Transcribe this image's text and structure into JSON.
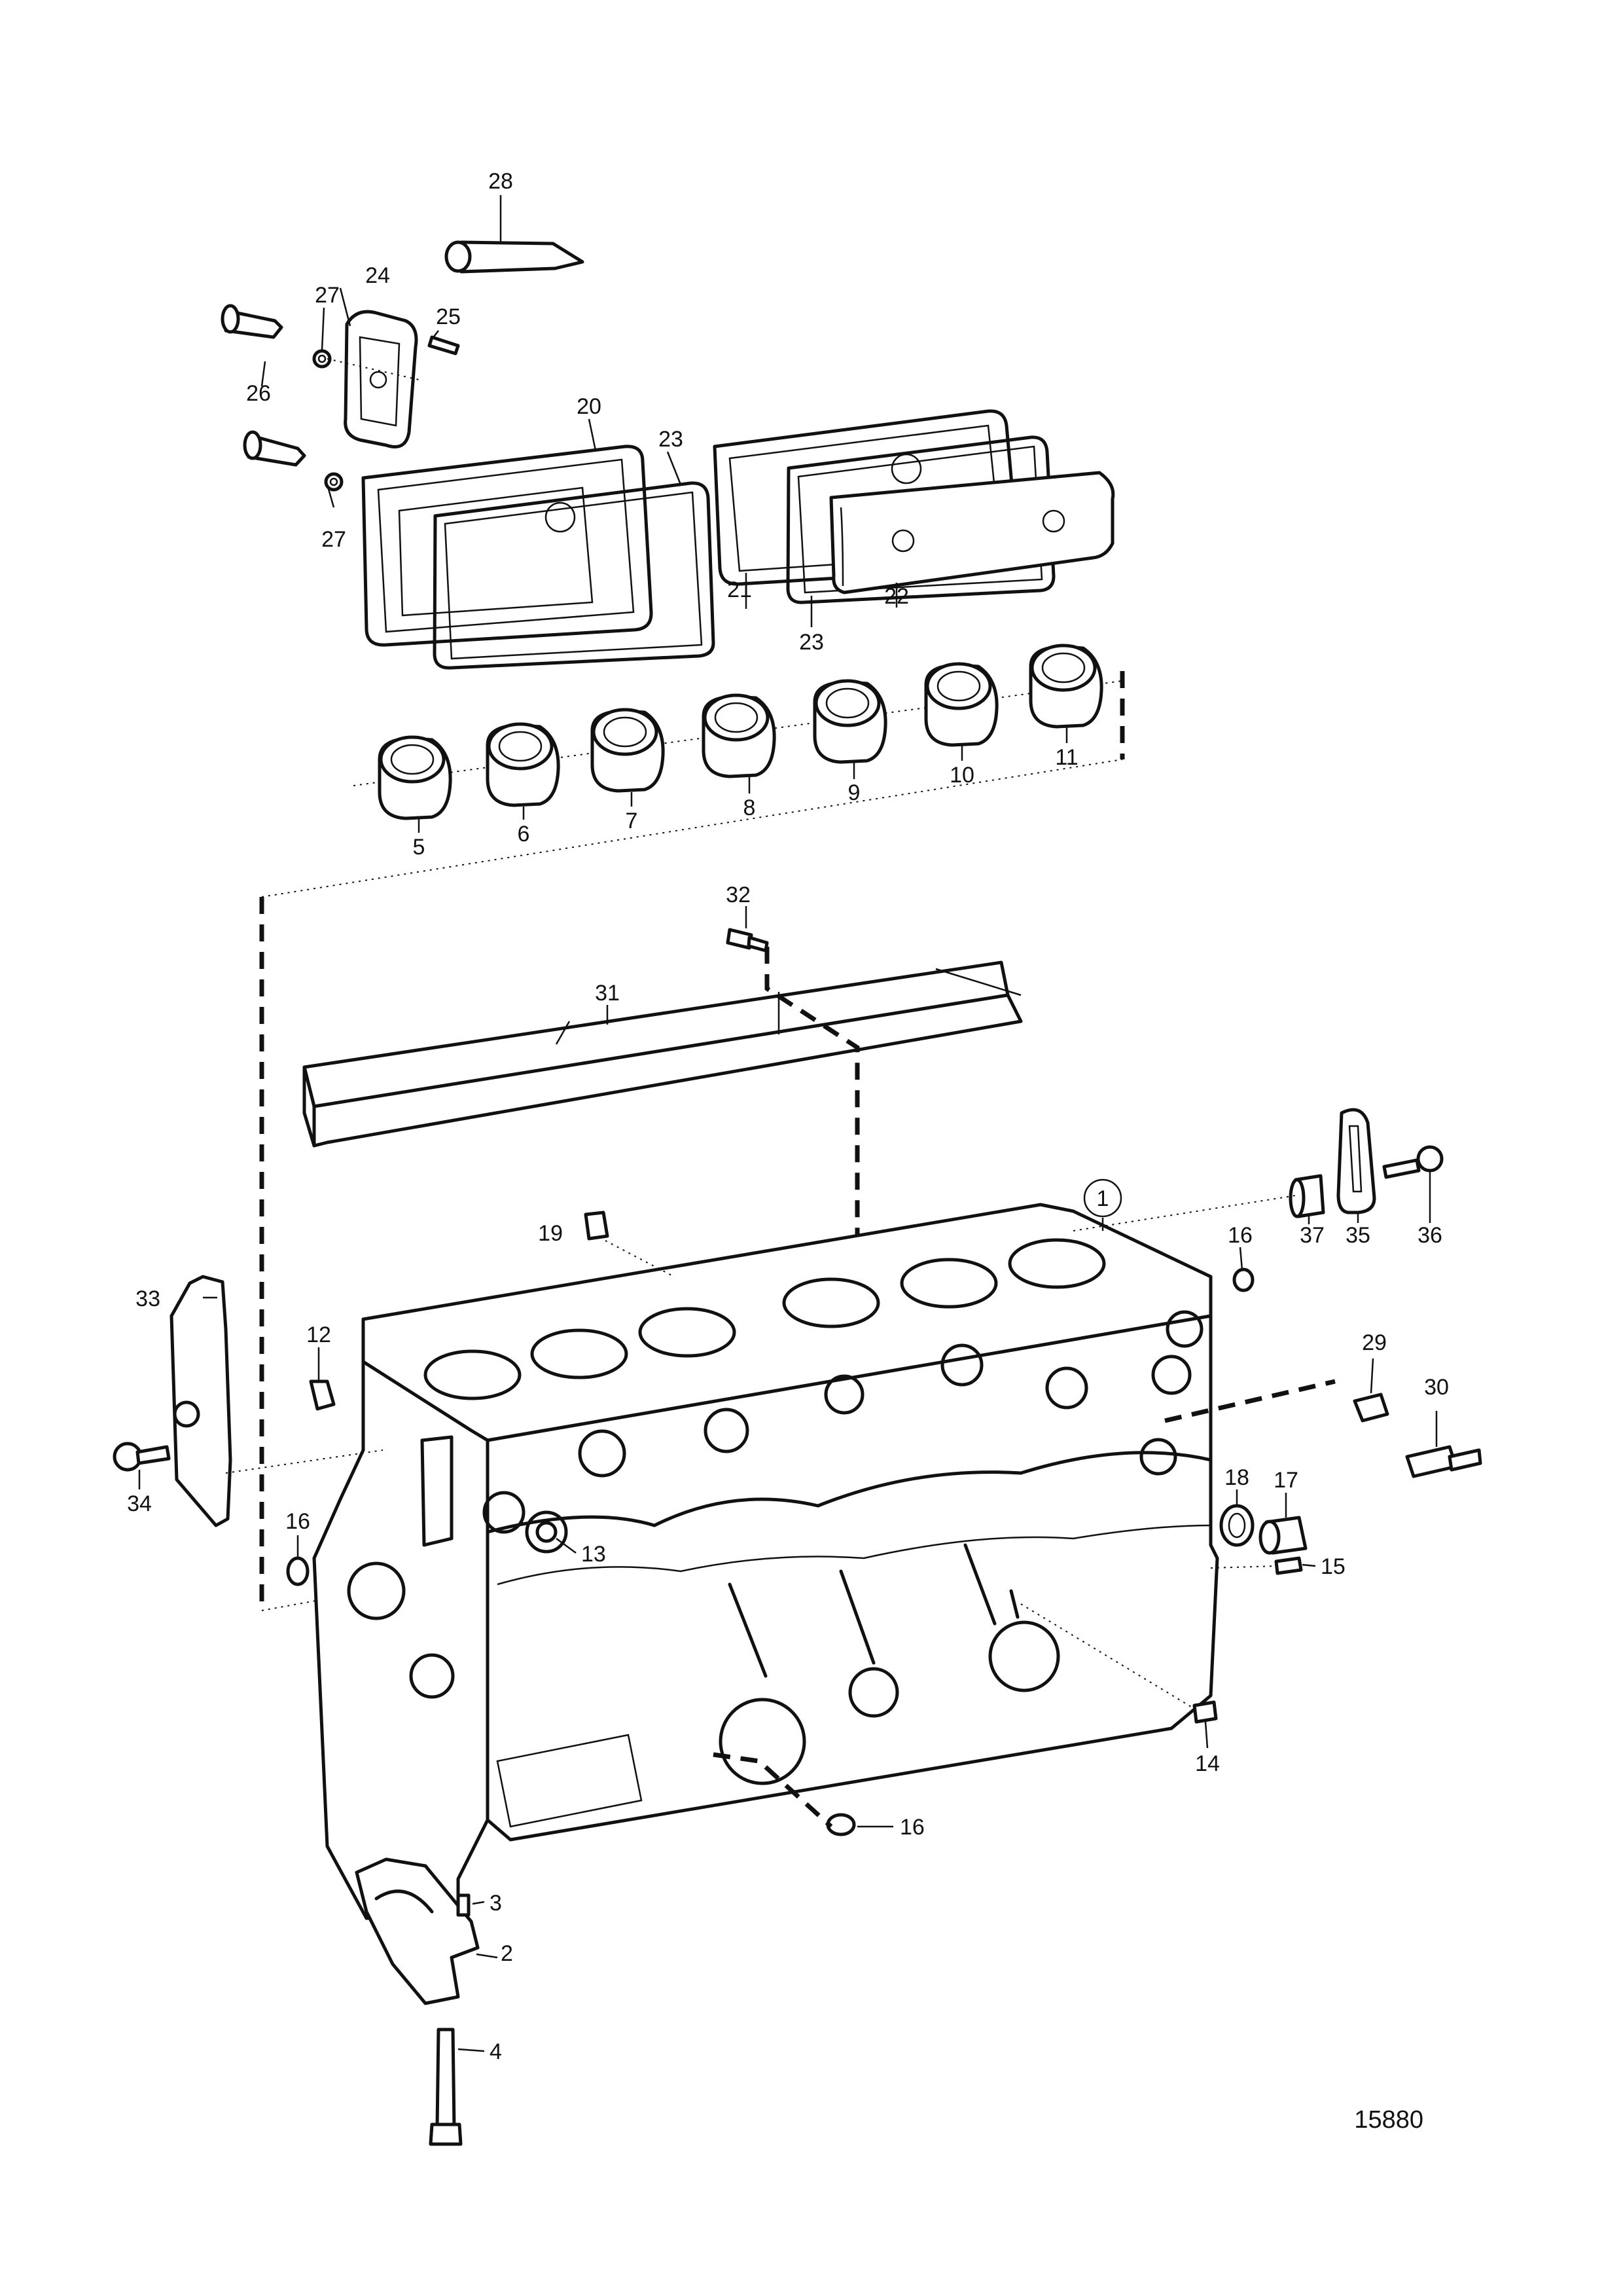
{
  "figure_number": "15880",
  "callouts": [
    {
      "id": "c1",
      "text": "1",
      "circled": true
    },
    {
      "id": "c2",
      "text": "2"
    },
    {
      "id": "c3",
      "text": "3"
    },
    {
      "id": "c4",
      "text": "4"
    },
    {
      "id": "c5",
      "text": "5"
    },
    {
      "id": "c6",
      "text": "6"
    },
    {
      "id": "c7",
      "text": "7"
    },
    {
      "id": "c8",
      "text": "8"
    },
    {
      "id": "c9",
      "text": "9"
    },
    {
      "id": "c10",
      "text": "10"
    },
    {
      "id": "c11",
      "text": "11"
    },
    {
      "id": "c12",
      "text": "12"
    },
    {
      "id": "c13",
      "text": "13"
    },
    {
      "id": "c14",
      "text": "14"
    },
    {
      "id": "c15",
      "text": "15"
    },
    {
      "id": "c16a",
      "text": "16"
    },
    {
      "id": "c16b",
      "text": "16"
    },
    {
      "id": "c16c",
      "text": "16"
    },
    {
      "id": "c17",
      "text": "17"
    },
    {
      "id": "c18",
      "text": "18"
    },
    {
      "id": "c19",
      "text": "19"
    },
    {
      "id": "c20",
      "text": "20"
    },
    {
      "id": "c21",
      "text": "21"
    },
    {
      "id": "c22",
      "text": "22"
    },
    {
      "id": "c23a",
      "text": "23"
    },
    {
      "id": "c23b",
      "text": "23"
    },
    {
      "id": "c24",
      "text": "24"
    },
    {
      "id": "c25",
      "text": "25"
    },
    {
      "id": "c26",
      "text": "26"
    },
    {
      "id": "c27a",
      "text": "27"
    },
    {
      "id": "c27b",
      "text": "27"
    },
    {
      "id": "c28",
      "text": "28"
    },
    {
      "id": "c29",
      "text": "29"
    },
    {
      "id": "c30",
      "text": "30"
    },
    {
      "id": "c31",
      "text": "31"
    },
    {
      "id": "c32",
      "text": "32"
    },
    {
      "id": "c33",
      "text": "33"
    },
    {
      "id": "c34",
      "text": "34"
    },
    {
      "id": "c35",
      "text": "35"
    },
    {
      "id": "c36",
      "text": "36"
    },
    {
      "id": "c37",
      "text": "37"
    }
  ]
}
